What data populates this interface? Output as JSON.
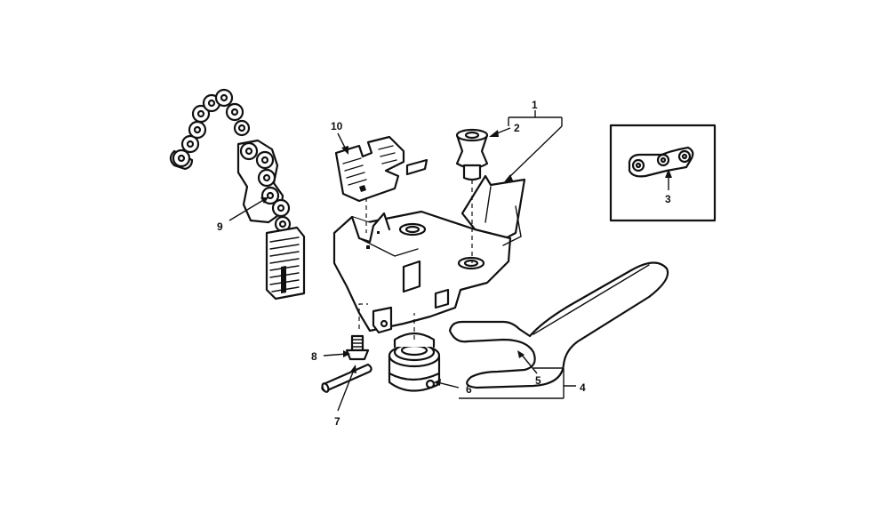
{
  "diagram": {
    "callouts": {
      "c1": "1",
      "c2": "2",
      "c3": "3",
      "c4": "4",
      "c5": "5",
      "c6": "6",
      "c7": "7",
      "c8": "8",
      "c9": "9",
      "c10": "10"
    },
    "ink_color": "#111111",
    "background_color": "#ffffff"
  }
}
